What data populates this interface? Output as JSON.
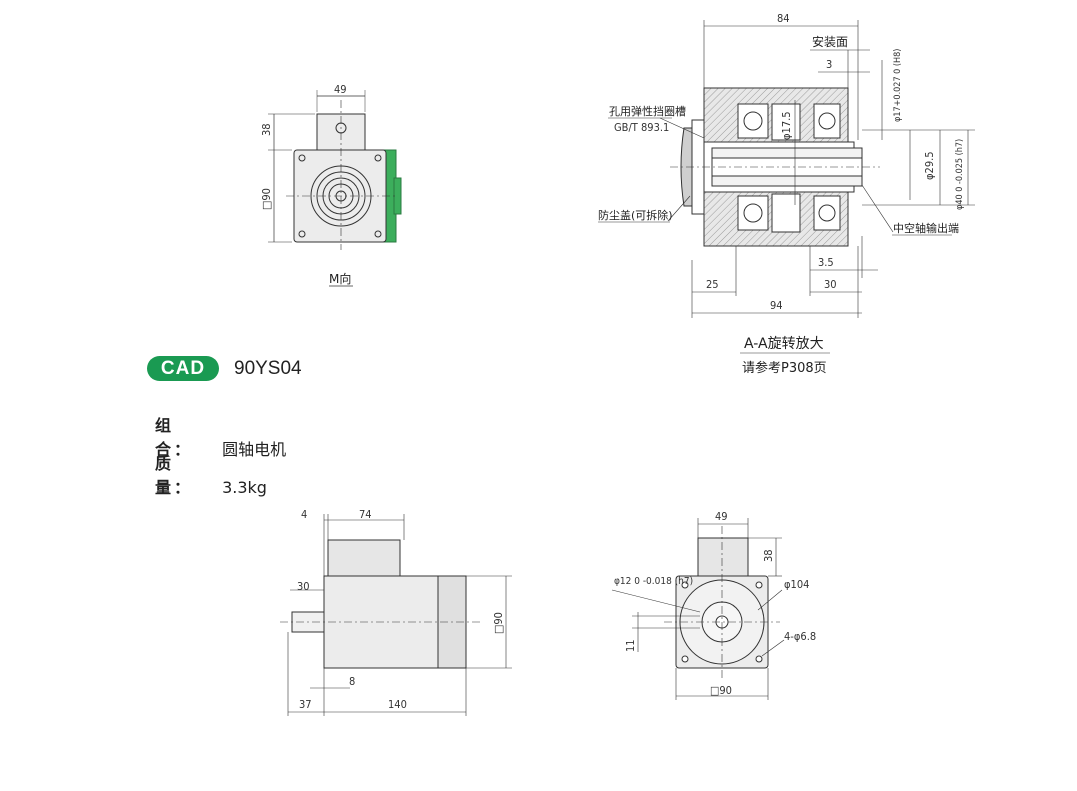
{
  "badge": {
    "label": "CAD",
    "color": "#1a9a52"
  },
  "model": "90YS04",
  "specs": {
    "combo_label": "组 合：",
    "combo_value": "圆轴电机",
    "mass_label": "质 量：",
    "mass_value": "3.3kg"
  },
  "views": {
    "m_view": {
      "caption": "M向",
      "dims": {
        "width_top": "49",
        "height_box": "38",
        "square": "□90"
      }
    },
    "section_aa": {
      "caption": "A-A旋转放大",
      "subcaption": "请参考P308页",
      "labels": {
        "retaining_ring": "孔用弹性挡圈槽",
        "standard": "GB/T 893.1",
        "dust_cover": "防尘盖(可拆除)",
        "mount_face": "安装面",
        "hollow_output": "中空轴输出端"
      },
      "dims": {
        "d84": "84",
        "d3": "3",
        "d17": "φ17+0.027 0 (H8)",
        "d17_5": "φ17.5",
        "d29_5": "φ29.5",
        "d40": "φ40 0 -0.025 (h7)",
        "d3_5": "3.5",
        "d30": "30",
        "d25": "25",
        "d94": "94"
      }
    },
    "side_view": {
      "dims": {
        "d4": "4",
        "d74": "74",
        "d30": "30",
        "d90": "□90",
        "d8": "8",
        "d37": "37",
        "d140": "140"
      }
    },
    "front_view": {
      "dims": {
        "d49": "49",
        "d38": "38",
        "shaft": "φ12 0 -0.018 (h7)",
        "pcd": "φ104",
        "d11": "11",
        "holes": "4-φ6.8",
        "square": "□90"
      }
    }
  },
  "colors": {
    "body": "#e6e6e6",
    "green_part": "#3cae5c",
    "hatch": "#888888",
    "line": "#333333"
  }
}
